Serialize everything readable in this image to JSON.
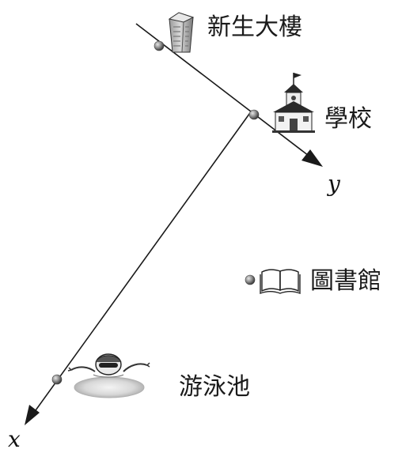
{
  "axes": {
    "x_label": "x",
    "y_label": "y"
  },
  "places": {
    "new_building": {
      "label": "新生大樓",
      "icon": "building-icon"
    },
    "school": {
      "label": "學校",
      "icon": "school-icon"
    },
    "library": {
      "label": "圖書館",
      "icon": "book-icon"
    },
    "pool": {
      "label": "游泳池",
      "icon": "swimmer-icon"
    }
  },
  "colors": {
    "axis": "#1a1a1a",
    "point": "#8a8a8a",
    "text": "#1a1a1a"
  }
}
